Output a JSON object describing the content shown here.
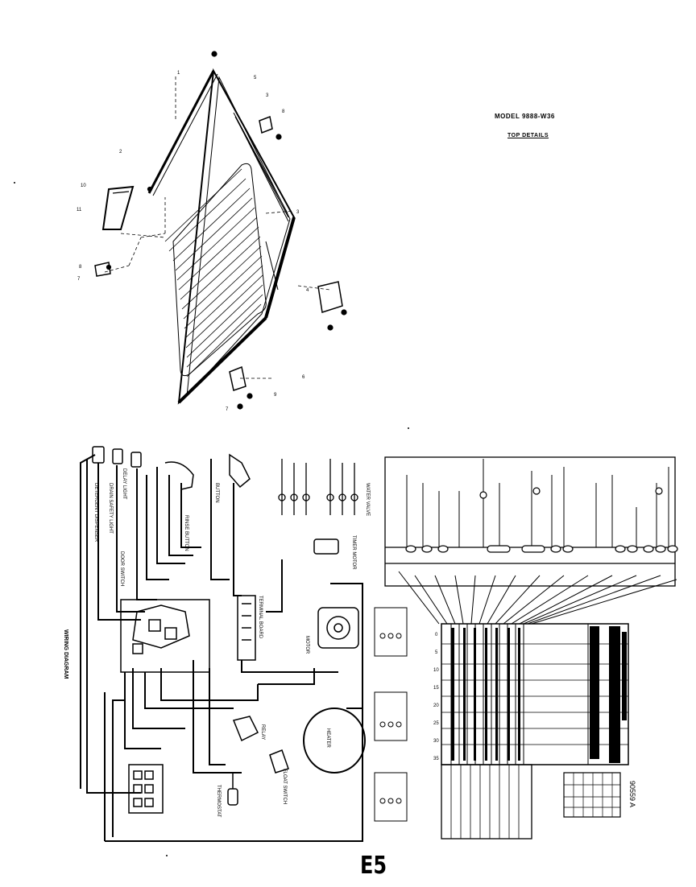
{
  "header": {
    "model": "MODEL 9888-W36",
    "subtitle": "TOP DETAILS"
  },
  "wiring_diagram": {
    "title": "WIRING DIAGRAM",
    "labels": [
      "DETERGENT DISPENSER",
      "DRAIN SAFETY LIGHT",
      "DELAY LIGHT",
      "RINSE BUTTON",
      "BUTTON",
      "TERMINAL BOARD",
      "MOTOR",
      "HEATER",
      "FLOAT SWITCH",
      "THERMOSTAT",
      "DOOR SWITCH",
      "RELAY",
      "WATER VALVE",
      "TIMER MOTOR"
    ]
  },
  "schedule": {
    "footer": "90559 A"
  },
  "page_label": "E5",
  "colors": {
    "ink": "#000000",
    "paper": "#ffffff"
  }
}
